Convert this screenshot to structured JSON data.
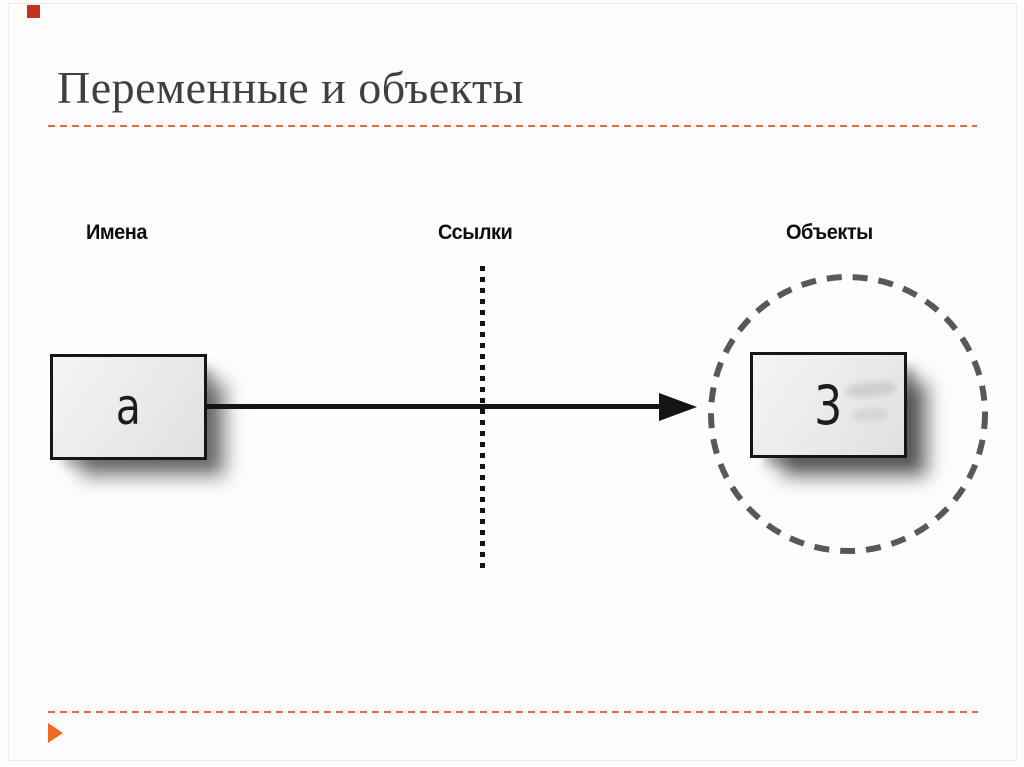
{
  "slide": {
    "title": "Переменные и объекты",
    "theme": {
      "accent_dash_color": "#e06842",
      "marker_triangle_color": "#f06a21",
      "marker_square_color": "#c0341f",
      "title_color": "#3f3f3f"
    }
  },
  "diagram": {
    "column_labels": [
      {
        "id": "names",
        "label": "Имена"
      },
      {
        "id": "references",
        "label": "Ссылки"
      },
      {
        "id": "objects",
        "label": "Объекты"
      }
    ],
    "variable_box": "a",
    "object_box": "3"
  }
}
